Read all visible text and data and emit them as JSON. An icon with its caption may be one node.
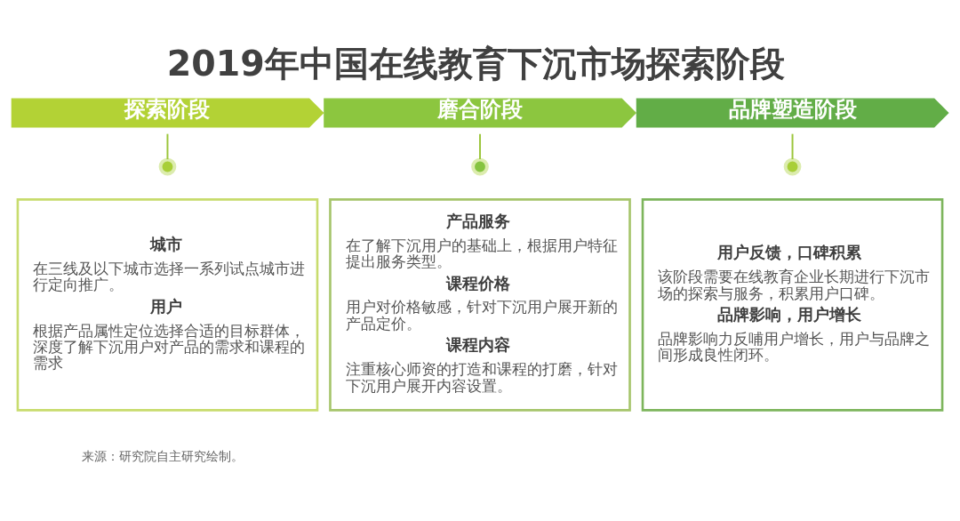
{
  "diagram": {
    "title": "2019年中国在线教育下沉市场探索阶段",
    "nodes": [
      {
        "text": [
          "探索阶段"
        ]
      },
      {
        "text": [
          "磨合阶段"
        ]
      },
      {
        "text": [
          "品牌塑造阶段"
        ]
      },
      {
        "text": [],
        "shape": "circle"
      },
      {
        "text": [],
        "shape": "circle"
      },
      {
        "text": [],
        "shape": "circle"
      },
      {
        "text": [
          "城市",
          "在三线及以下城市选择一系列试点城市进行定向推广。",
          "用户",
          "根据产品属性定位选择合适的目标群体，深度了解下沉用户对产品的需求和课程的需求"
        ]
      },
      {
        "text": [
          "产品服务",
          "在了解下沉用户的基础上，根据用户特征提出服务类型。",
          "课程价格",
          "用户对价格敏感，针对下沉用户展开新的产品定价。",
          "课程内容",
          "注重核心师资的打造和课程的打磨，针对下沉用户展开内容设置。"
        ]
      },
      {
        "text": [
          "用户反馈，口碑积累",
          "该阶段需要在线教育企业长期进行下沉市场的探索与服务，积累用户口碑。",
          "品牌影响，用户增长",
          "品牌影响力反哺用户增长，用户与品牌之间形成良性闭环。"
        ]
      }
    ],
    "edges": [
      {
        "from": 0,
        "to": 3,
        "arrow": "none"
      },
      {
        "from": 1,
        "to": 4,
        "arrow": "none"
      },
      {
        "from": 2,
        "to": 5,
        "arrow": "none"
      }
    ],
    "labels": [
      "来源：研究院自主研究绘制。"
    ]
  }
}
